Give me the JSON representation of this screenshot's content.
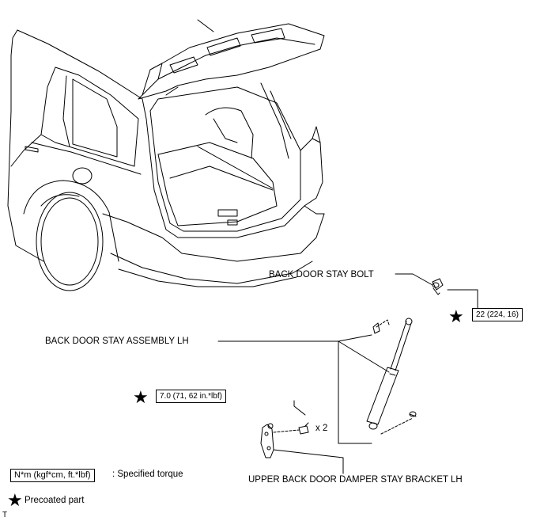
{
  "labels": {
    "back_door_stay_bolt": "BACK DOOR STAY BOLT",
    "back_door_stay_assembly_lh": "BACK DOOR STAY ASSEMBLY LH",
    "upper_bracket": "UPPER BACK DOOR DAMPER STAY BRACKET LH",
    "quantity": "x 2"
  },
  "torque_values": {
    "stay_bolt": "22 (224, 16)",
    "bracket_bolt": "7.0 (71, 62 in.*lbf)"
  },
  "legend": {
    "torque_box": "N*m (kgf*cm, ft.*lbf)",
    "torque_desc": ": Specified torque",
    "precoated": "Precoated part",
    "star_symbol": "★"
  },
  "corner_mark": "T"
}
